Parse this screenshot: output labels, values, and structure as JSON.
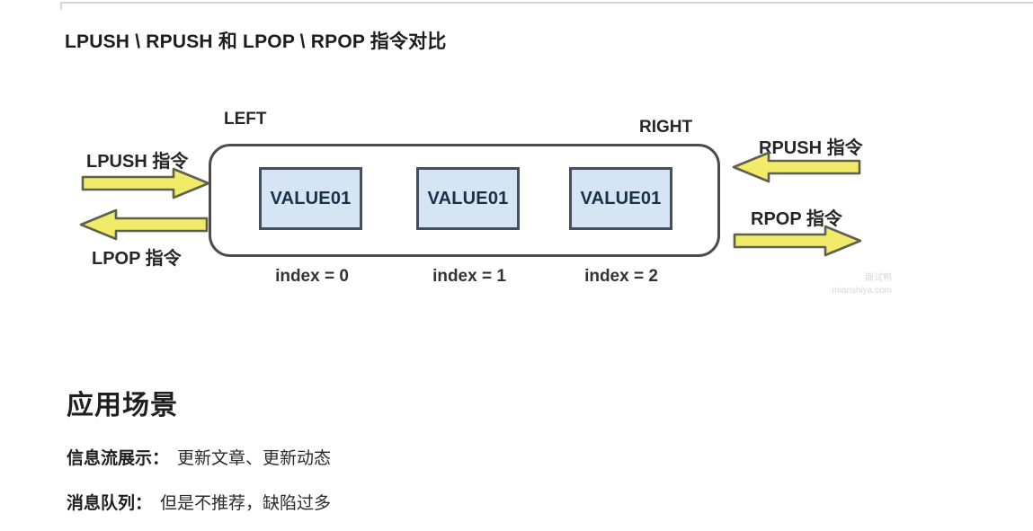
{
  "page": {
    "title": "LPUSH \\ RPUSH 和 LPOP \\ RPOP 指令对比"
  },
  "diagram": {
    "left_label": "LEFT",
    "right_label": "RIGHT",
    "lpush_label": "LPUSH 指令",
    "lpop_label": "LPOP 指令",
    "rpush_label": "RPUSH 指令",
    "rpop_label": "RPOP 指令",
    "items": [
      {
        "value": "VALUE01",
        "index_label": "index = 0"
      },
      {
        "value": "VALUE01",
        "index_label": "index = 1"
      },
      {
        "value": "VALUE01",
        "index_label": "index = 2"
      }
    ]
  },
  "watermark": {
    "line1": "面试鸭",
    "line2": "mianshiya.com"
  },
  "sections": {
    "heading": "应用场景",
    "lines": [
      {
        "label": "信息流展示：",
        "text": "更新文章、更新动态"
      },
      {
        "label": "消息队列：",
        "text": "但是不推荐，缺陷过多"
      }
    ]
  },
  "colors": {
    "arrow_fill": "#f2ea69",
    "arrow_stroke": "#60604e",
    "box_fill": "#d5e5f4",
    "box_stroke": "#46505d",
    "box_text": "#1a3049",
    "container_stroke": "#4c4c4c",
    "text_dark": "#262626",
    "watermark": "#d9d9d9",
    "divider": "#d6d6d6"
  }
}
